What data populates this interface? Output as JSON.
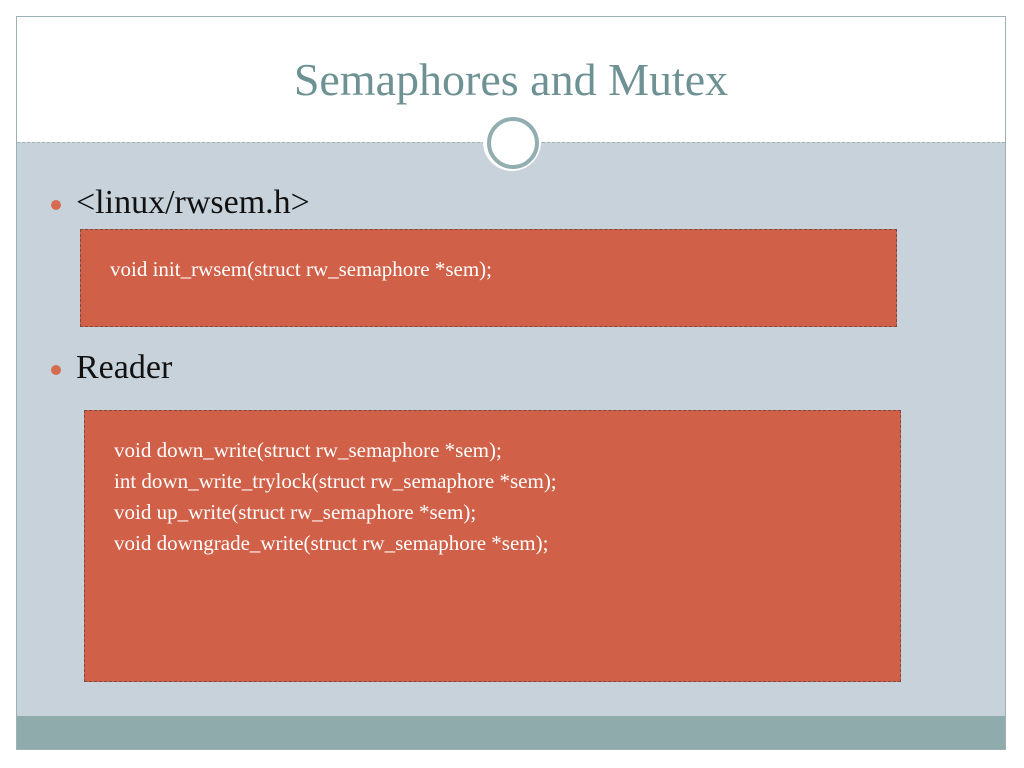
{
  "slide": {
    "title": "Semaphores and Mutex",
    "bullets": [
      {
        "text": "<linux/rwsem.h>"
      },
      {
        "text": "Reader"
      }
    ],
    "code_blocks": [
      {
        "lines": [
          "void init_rwsem(struct rw_semaphore *sem);"
        ]
      },
      {
        "lines": [
          "void down_write(struct rw_semaphore *sem);",
          "int down_write_trylock(struct rw_semaphore *sem);",
          "void up_write(struct rw_semaphore *sem);",
          "void downgrade_write(struct rw_semaphore *sem);"
        ]
      }
    ]
  },
  "colors": {
    "title": "#6e9293",
    "content_background": "#c7d2da",
    "code_box": "#d06048",
    "bullet_dot": "#d66c4f",
    "footer": "#8fabab"
  }
}
